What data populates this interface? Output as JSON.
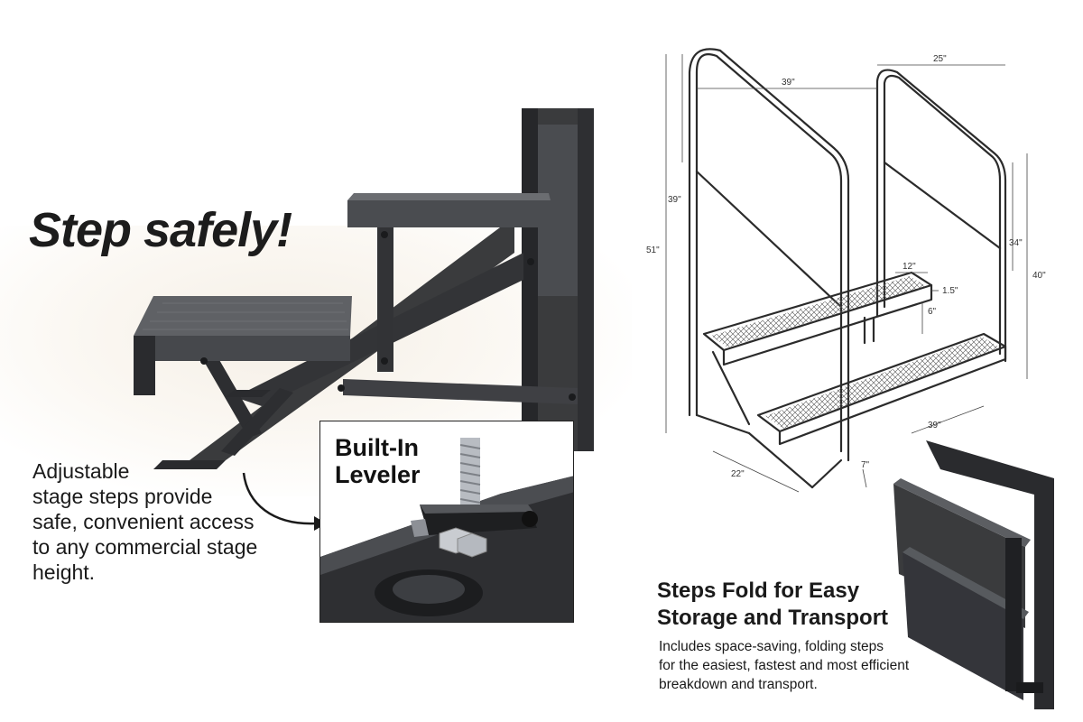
{
  "headline": "Step safely!",
  "caption_lines": [
    "Adjustable",
    "stage steps provide",
    "safe, convenient access",
    "to any commercial stage",
    "height."
  ],
  "inset": {
    "title_lines": [
      "Built-In",
      "Leveler"
    ]
  },
  "diagram": {
    "dimensions": {
      "handrail_span": "39\"",
      "top_width": "25\"",
      "rail_height_left": "39\"",
      "overall_height": "51\"",
      "rail_height_right": "34\"",
      "platform_height": "40\"",
      "tread_depth": "12\"",
      "offset": "1.5\"",
      "riser": "6\"",
      "base_length": "39\"",
      "base_width": "22\"",
      "toe": "7\""
    }
  },
  "fold_feature": {
    "title_lines": [
      "Steps Fold for Easy",
      "Storage and Transport"
    ],
    "body_lines": [
      "Includes space-saving, folding steps",
      "for the easiest, fastest and most efficient",
      "breakdown and transport."
    ]
  },
  "colors": {
    "steel": "#3a3b3d",
    "steel_dark": "#26272a",
    "steel_light": "#5c5e62",
    "line_art": "#2b2b2b"
  }
}
